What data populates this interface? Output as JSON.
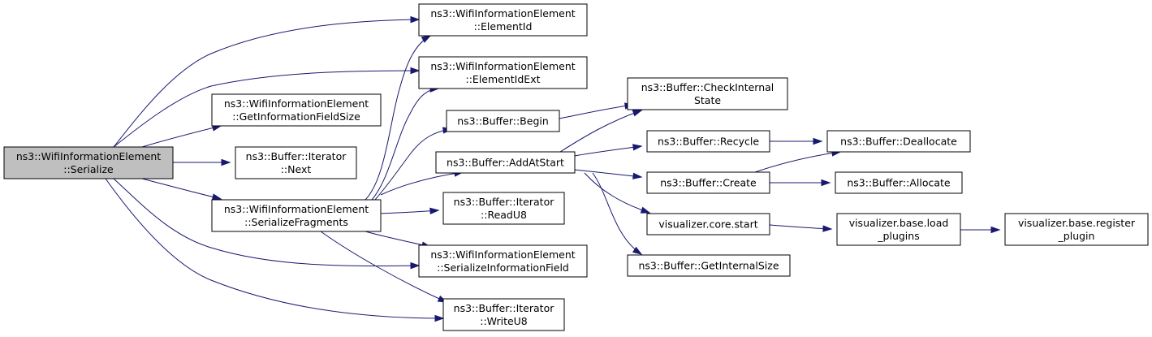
{
  "diagram": {
    "colors": {
      "edge": "#191970",
      "root_fill": "#bfbfbf",
      "node_fill": "#ffffff",
      "node_border": "#000000"
    },
    "nodes": [
      {
        "id": "serialize",
        "lines": [
          "ns3::WifiInformationElement",
          "::Serialize"
        ],
        "root": true
      },
      {
        "id": "elementId",
        "lines": [
          "ns3::WifiInformationElement",
          "::ElementId"
        ]
      },
      {
        "id": "elementIdExt",
        "lines": [
          "ns3::WifiInformationElement",
          "::ElementIdExt"
        ]
      },
      {
        "id": "getInfoFieldSize",
        "lines": [
          "ns3::WifiInformationElement",
          "::GetInformationFieldSize"
        ]
      },
      {
        "id": "iterNext",
        "lines": [
          "ns3::Buffer::Iterator",
          "::Next"
        ]
      },
      {
        "id": "serializeFragments",
        "lines": [
          "ns3::WifiInformationElement",
          "::SerializeFragments"
        ]
      },
      {
        "id": "bufferBegin",
        "lines": [
          "ns3::Buffer::Begin"
        ]
      },
      {
        "id": "addAtStart",
        "lines": [
          "ns3::Buffer::AddAtStart"
        ]
      },
      {
        "id": "readU8",
        "lines": [
          "ns3::Buffer::Iterator",
          "::ReadU8"
        ]
      },
      {
        "id": "serializeInfoField",
        "lines": [
          "ns3::WifiInformationElement",
          "::SerializeInformationField"
        ]
      },
      {
        "id": "writeU8",
        "lines": [
          "ns3::Buffer::Iterator",
          "::WriteU8"
        ]
      },
      {
        "id": "checkInternalState",
        "lines": [
          "ns3::Buffer::CheckInternal",
          "State"
        ]
      },
      {
        "id": "recycle",
        "lines": [
          "ns3::Buffer::Recycle"
        ]
      },
      {
        "id": "create",
        "lines": [
          "ns3::Buffer::Create"
        ]
      },
      {
        "id": "vizStart",
        "lines": [
          "visualizer.core.start"
        ]
      },
      {
        "id": "getInternalSize",
        "lines": [
          "ns3::Buffer::GetInternalSize"
        ]
      },
      {
        "id": "deallocate",
        "lines": [
          "ns3::Buffer::Deallocate"
        ]
      },
      {
        "id": "allocate",
        "lines": [
          "ns3::Buffer::Allocate"
        ]
      },
      {
        "id": "loadPlugins",
        "lines": [
          "visualizer.base.load",
          "_plugins"
        ]
      },
      {
        "id": "registerPlugin",
        "lines": [
          "visualizer.base.register",
          "_plugin"
        ]
      }
    ],
    "edges": [
      {
        "from": "serialize",
        "to": "elementId"
      },
      {
        "from": "serialize",
        "to": "elementIdExt"
      },
      {
        "from": "serialize",
        "to": "getInfoFieldSize"
      },
      {
        "from": "serialize",
        "to": "iterNext"
      },
      {
        "from": "serialize",
        "to": "serializeFragments"
      },
      {
        "from": "serialize",
        "to": "serializeInfoField"
      },
      {
        "from": "serialize",
        "to": "writeU8"
      },
      {
        "from": "serializeFragments",
        "to": "elementId"
      },
      {
        "from": "serializeFragments",
        "to": "elementIdExt"
      },
      {
        "from": "serializeFragments",
        "to": "bufferBegin"
      },
      {
        "from": "serializeFragments",
        "to": "addAtStart"
      },
      {
        "from": "serializeFragments",
        "to": "readU8"
      },
      {
        "from": "serializeFragments",
        "to": "serializeInfoField"
      },
      {
        "from": "serializeFragments",
        "to": "writeU8"
      },
      {
        "from": "bufferBegin",
        "to": "checkInternalState"
      },
      {
        "from": "addAtStart",
        "to": "checkInternalState"
      },
      {
        "from": "addAtStart",
        "to": "recycle"
      },
      {
        "from": "addAtStart",
        "to": "create"
      },
      {
        "from": "addAtStart",
        "to": "vizStart"
      },
      {
        "from": "addAtStart",
        "to": "getInternalSize"
      },
      {
        "from": "recycle",
        "to": "deallocate"
      },
      {
        "from": "create",
        "to": "deallocate"
      },
      {
        "from": "create",
        "to": "allocate"
      },
      {
        "from": "vizStart",
        "to": "loadPlugins"
      },
      {
        "from": "loadPlugins",
        "to": "registerPlugin"
      }
    ]
  }
}
